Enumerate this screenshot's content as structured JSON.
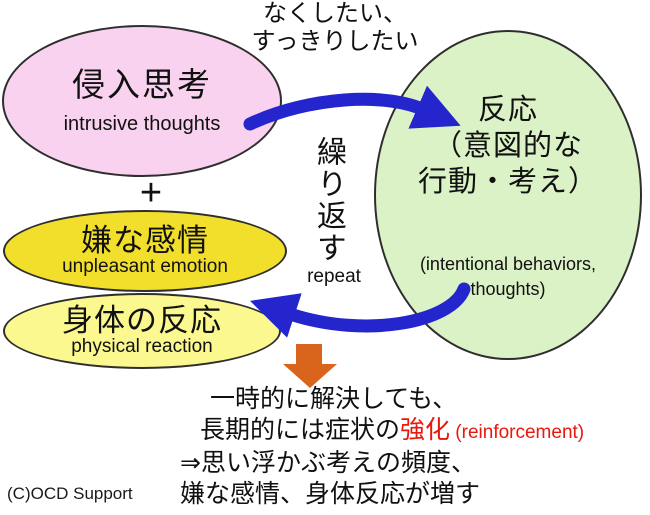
{
  "top_label": "なくしたい、\nすっきりしたい",
  "nodes": {
    "intrusive": {
      "jp": "侵入思考",
      "en": "intrusive thoughts"
    },
    "emotion": {
      "jp": "嫌な感情",
      "en": "unpleasant emotion"
    },
    "physical": {
      "jp": "身体の反応",
      "en": "physical reaction"
    },
    "response": {
      "jp": "反応\n（意図的な\n行動・考え）",
      "en": "(intentional behaviors,\nthoughts)"
    }
  },
  "plus_sign": "+",
  "repeat": {
    "jp": "繰り返す",
    "en": "repeat"
  },
  "outcome": {
    "line1": "一時的に解決しても、",
    "line2_black": "長期的には症状の",
    "line2_red": "強化",
    "line2_red_small": " (reinforcement)",
    "line3": "⇒思い浮かぶ考えの頻度、",
    "line4": "嫌な感情、身体反応が増す"
  },
  "credit": "(C)OCD Support",
  "colors": {
    "arrow_blue": "#2525CE",
    "arrow_orange": "#D9641C",
    "highlight_red": "#E8180D",
    "node_pink": "#F8D2EE",
    "node_gold": "#F2DF2B",
    "node_pale_yellow": "#FAF88E",
    "node_green": "#DBF2C6"
  }
}
